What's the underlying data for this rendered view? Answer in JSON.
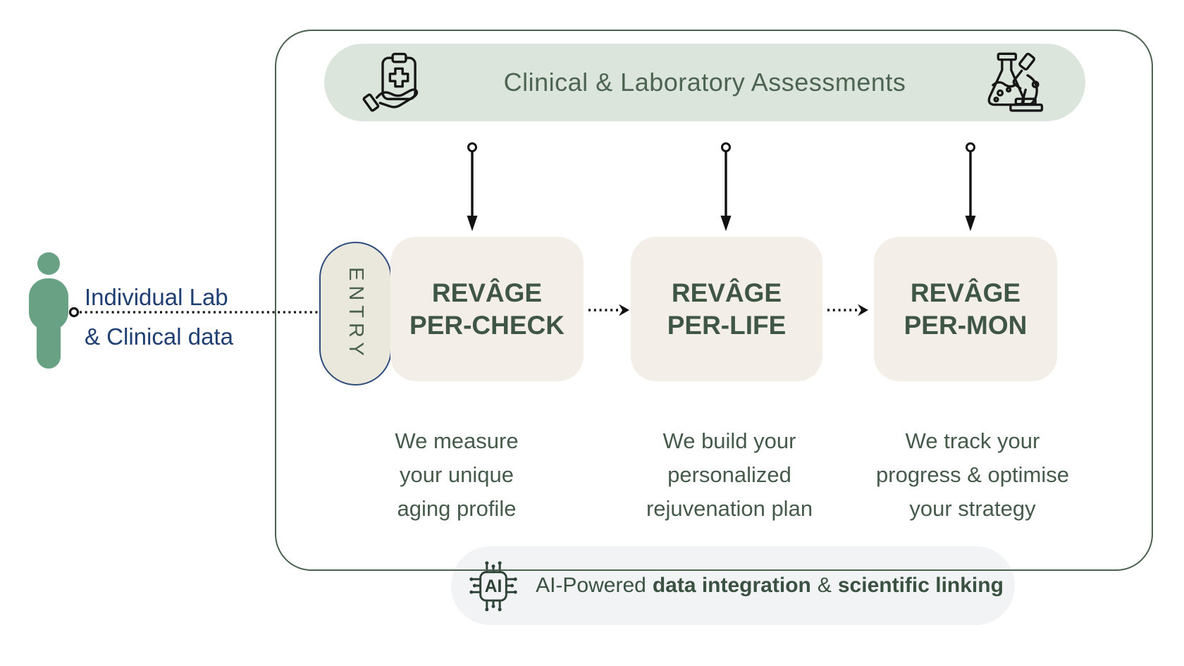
{
  "diagram": {
    "header": {
      "title": "Clinical & Laboratory Assessments"
    },
    "input_source": {
      "line1": "Individual Lab",
      "line2": "& Clinical data"
    },
    "entry_label": "ENTRY",
    "stages": [
      {
        "title_line1": "REVÂGE",
        "title_line2": "PER-CHECK",
        "desc_line1": "We measure",
        "desc_line2": "your unique",
        "desc_line3": "aging profile"
      },
      {
        "title_line1": "REVÂGE",
        "title_line2": "PER-LIFE",
        "desc_line1": "We build your",
        "desc_line2": "personalized",
        "desc_line3": "rejuvenation plan"
      },
      {
        "title_line1": "REVÂGE",
        "title_line2": "PER-MON",
        "desc_line1": "We track your",
        "desc_line2": "progress & optimise",
        "desc_line3": "your strategy"
      }
    ],
    "footer": {
      "chip_label": "AI",
      "text_regular": "AI-Powered",
      "text_bold_1": "data integration",
      "text_amp": "&",
      "text_bold_2": "scientific linking"
    },
    "icons": {
      "banner_left": "clipboard-hand-icon",
      "banner_right": "flask-microscope-icon",
      "footer": "ai-chip-icon",
      "input": "person-icon"
    },
    "colors": {
      "frame_border": "#4b614f",
      "banner_bg": "#dce5dc",
      "banner_text": "#4d6453",
      "card_bg": "#f4eee8",
      "card_text": "#3f5645",
      "entry_bg": "#eae8dc",
      "entry_border": "#2e4d7d",
      "entry_text": "#4a6150",
      "input_text_blue": "#1f3e71",
      "person_green": "#69a185",
      "footer_bg": "#f1f3f4",
      "footer_text": "#3a5142",
      "arrow_black": "#111111"
    }
  }
}
